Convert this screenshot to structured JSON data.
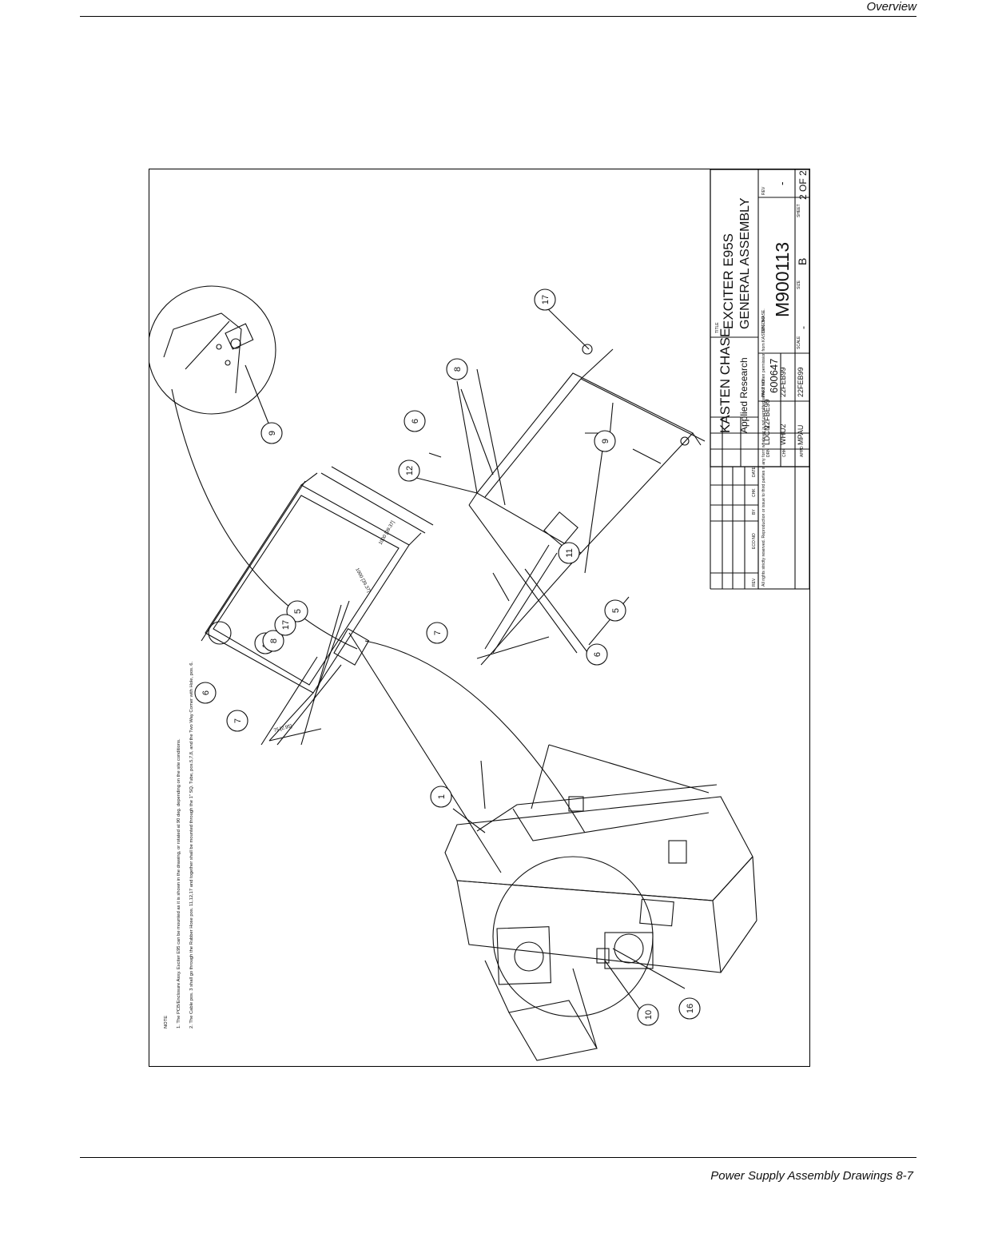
{
  "header": {
    "section": "Overview"
  },
  "footer": {
    "page_label": "Power Supply Assembly Drawings 8-7"
  },
  "title_block": {
    "company": "KASTEN CHASE",
    "division": "Applied Research",
    "title_lines": [
      "EXCITER E95S",
      "GENERAL ASSEMBLY"
    ],
    "labels": {
      "title": "TITLE",
      "dwg_no": "DWG NO",
      "part_no": "PART NO",
      "rev": "REV",
      "size": "SIZE",
      "scale": "SCALE",
      "sheet": "SHEET",
      "drn": "DRN",
      "chk": "CHK",
      "appd": "APPD"
    },
    "people": [
      {
        "role": "DRN",
        "initials": "LDCN",
        "date": "22FBE99"
      },
      {
        "role": "CHK",
        "initials": "WHU2",
        "date": "22FEB99"
      },
      {
        "role": "APPD",
        "initials": "MPAU",
        "date": "22FEB99"
      }
    ],
    "part_no": "600647",
    "dwg_no": "M900113",
    "rev": "-",
    "size": "B",
    "scale": "-",
    "sheet": "2 OF 2",
    "revision_table": {
      "headers": [
        "REV",
        "ECO NO",
        "BY",
        "CHK",
        "DATE"
      ]
    },
    "copyright": "All rights strictly reserved. Reproduction or issue to third parties in any form whatever is not permitted without written permission from KASTEN CHASE."
  },
  "notes": {
    "heading": "NOTE",
    "items": [
      "1. The PCB/Enclosure Assy. Exciter E95 can be mounted as it is shown in the drawing, or rotated at 90 deg. depending on the site conditions.",
      "2. The Cable pos. 3 shall go through the Rubber Hose pos. 11,12,17 and together shall be mounted through the 1\" SQ. Tube, pos.5,7,8, and the Two Way Corner with Hole, pos. 6."
    ]
  },
  "dimensions": [
    "1000 [39.37]",
    "1000 [39.37]",
    "75 [2.95]"
  ],
  "balloons": [
    "9",
    "6",
    "7",
    "12",
    "5",
    "8",
    "17",
    "1",
    "10",
    "16",
    "12",
    "6",
    "8",
    "17",
    "9",
    "11",
    "7",
    "5",
    "6"
  ]
}
